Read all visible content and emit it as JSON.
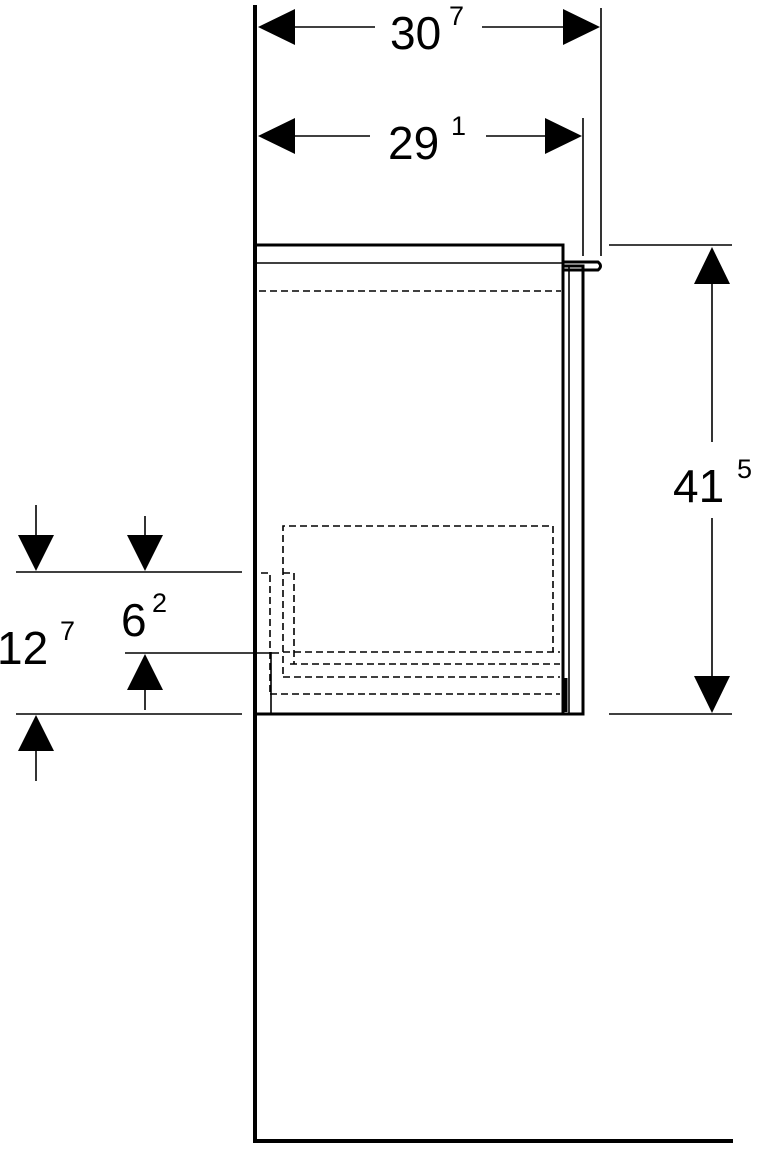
{
  "dimensions": {
    "overall_depth": {
      "main": "30",
      "sup": "7"
    },
    "body_depth": {
      "main": "29",
      "sup": "1"
    },
    "height": {
      "main": "41",
      "sup": "5"
    },
    "mount_offset": {
      "main": "12",
      "sup": "7"
    },
    "recess_offset": {
      "main": "6",
      "sup": "2"
    }
  }
}
